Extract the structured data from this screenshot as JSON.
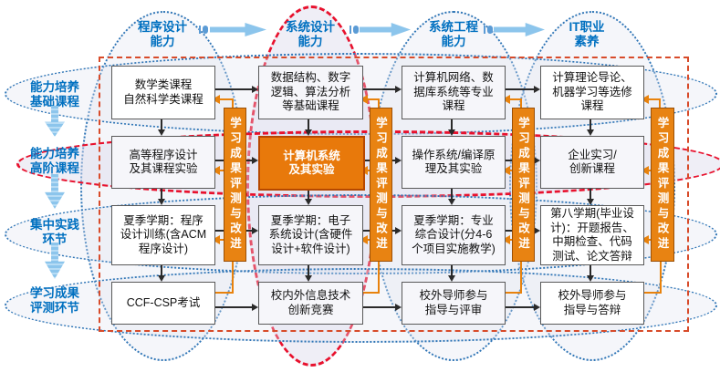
{
  "diagram": {
    "title_implicit": "课程能力培养与学习成果评测流程图",
    "headers": [
      {
        "label": [
          "程序设计",
          "能力"
        ]
      },
      {
        "label": [
          "系统设计",
          "能力"
        ],
        "highlighted": true
      },
      {
        "label": [
          "系统工程",
          "能力"
        ]
      },
      {
        "label": [
          "IT职业",
          "素养"
        ]
      }
    ],
    "stages": [
      {
        "label": [
          "能力培养",
          "基础课程"
        ]
      },
      {
        "label": [
          "能力培养",
          "高阶课程"
        ],
        "highlighted": true
      },
      {
        "label": [
          "集中实践",
          "环节"
        ]
      },
      {
        "label": [
          "学习成果",
          "评测环节"
        ]
      }
    ],
    "evaluation_bar_label": "学习成果评测与改进",
    "grid": {
      "rows": [
        {
          "cells": [
            {
              "lines": [
                "数学类课程",
                "自然科学类课程"
              ]
            },
            {
              "lines": [
                "数据结构、数字",
                "逻辑、算法分析",
                "等基础课程"
              ]
            },
            {
              "lines": [
                "计算机网络、数",
                "据库系统等专业",
                "课程"
              ]
            },
            {
              "lines": [
                "计算理论导论、",
                "机器学习等选修",
                "课程"
              ]
            }
          ]
        },
        {
          "cells": [
            {
              "lines": [
                "高等程序设计",
                "及其课程实验"
              ]
            },
            {
              "lines": [
                "计算机系统",
                "及其实验"
              ],
              "highlighted": true
            },
            {
              "lines": [
                "操作系统/编译原",
                "理及其实验"
              ]
            },
            {
              "lines": [
                "企业实习/",
                "创新课程"
              ]
            }
          ]
        },
        {
          "cells": [
            {
              "lines": [
                "夏季学期：程序",
                "设计训练(含ACM",
                "程序设计)"
              ]
            },
            {
              "lines": [
                "夏季学期：电子",
                "系统设计(含硬件",
                "设计+软件设计)"
              ]
            },
            {
              "lines": [
                "夏季学期：专业",
                "综合设计(分4-6",
                "个项目实施教学)"
              ]
            },
            {
              "lines": [
                "第八学期(毕业设",
                "计)：开题报告、",
                "中期检查、代码",
                "测试、论文答辩"
              ]
            }
          ]
        },
        {
          "cells": [
            {
              "lines": [
                "CCF-CSP考试"
              ]
            },
            {
              "lines": [
                "校内外信息技术",
                "创新竞赛"
              ]
            },
            {
              "lines": [
                "校外导师参与",
                "指导与评审"
              ]
            },
            {
              "lines": [
                "校外导师参与",
                "指导与答辩"
              ]
            }
          ]
        }
      ]
    },
    "colors": {
      "header_text": "#0070C0",
      "blue_ellipse": "#2E75B6",
      "red_ellipse": "#E8112D",
      "orange_bar": "#E88312",
      "orange_feedback": "#E8820C",
      "outer_rect": "#D84B2A",
      "highlight_box": "#E8790B",
      "flow_arrow": "#2a2a2a",
      "block_arrow": "#8CC5EC"
    }
  }
}
